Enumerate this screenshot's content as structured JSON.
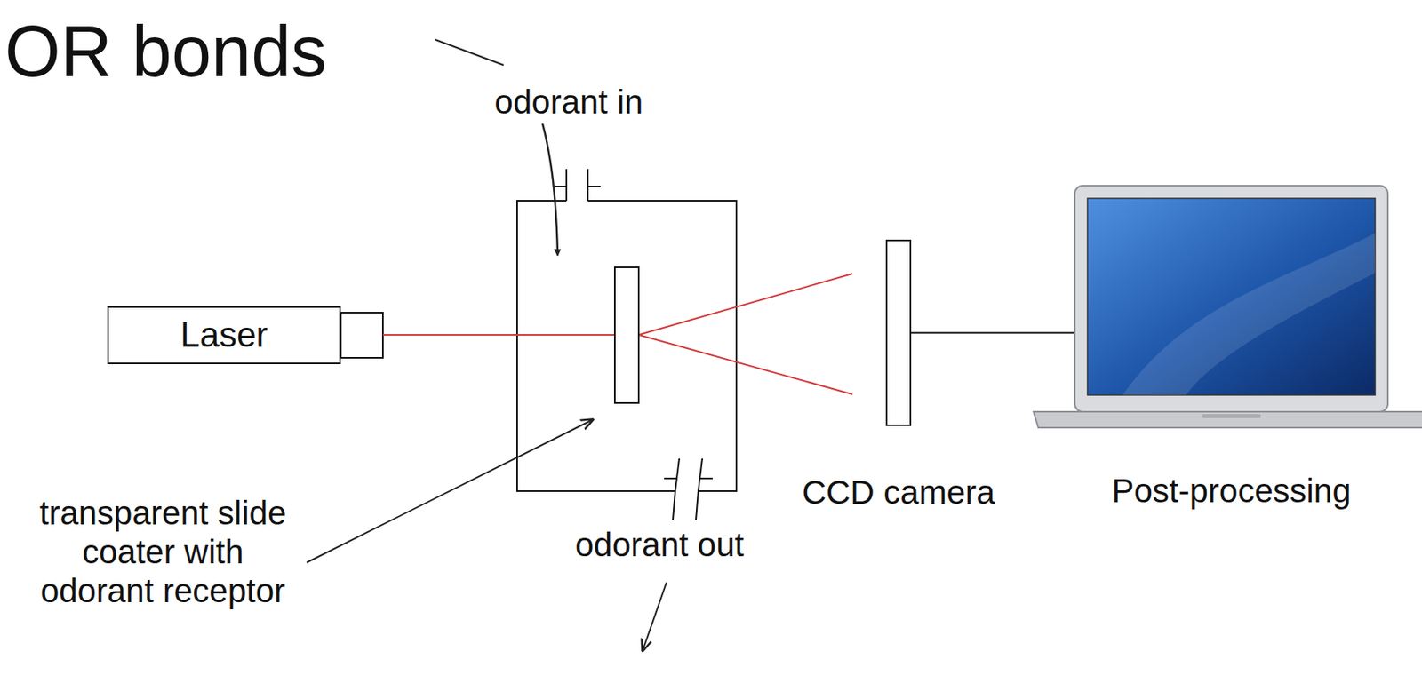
{
  "diagram": {
    "title": "OR bonds",
    "nodes": [
      {
        "text": [
          "Laser"
        ]
      },
      {
        "text": [
          "CCD camera"
        ]
      },
      {
        "text": [
          "Post-processing"
        ]
      }
    ],
    "edges": [
      {
        "from": 1,
        "to": 2,
        "arrow": "none"
      }
    ],
    "labels": [
      "odorant in",
      "transparent slide coater with odorant receptor",
      "odorant out"
    ]
  }
}
